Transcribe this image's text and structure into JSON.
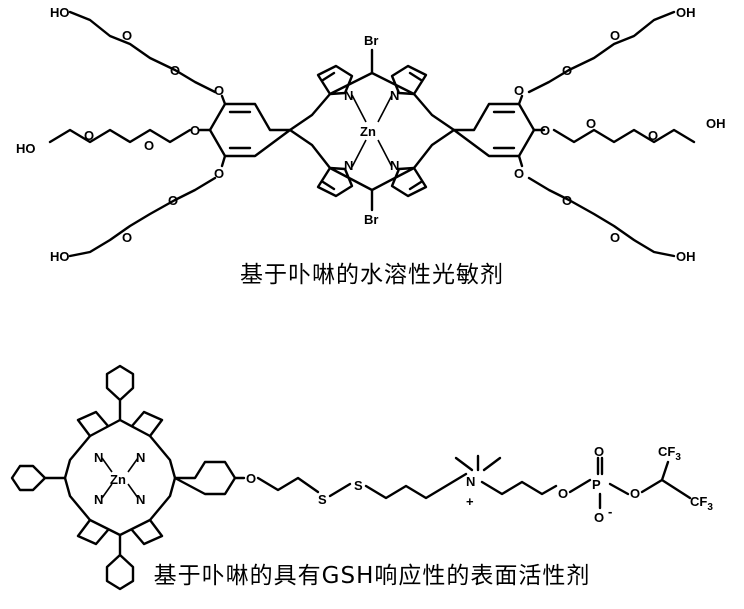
{
  "captions": {
    "top": "基于卟啉的水溶性光敏剂",
    "bottom": "基于卟啉的具有GSH响应性的表面活性剂"
  },
  "atoms": {
    "ho": "HO",
    "oh": "OH",
    "o": "O",
    "n": "N",
    "zn": "Zn",
    "br": "Br",
    "s": "S",
    "p": "P",
    "cf3": "CF",
    "cf3_sub": "3",
    "plus": "+",
    "minus": "-"
  }
}
